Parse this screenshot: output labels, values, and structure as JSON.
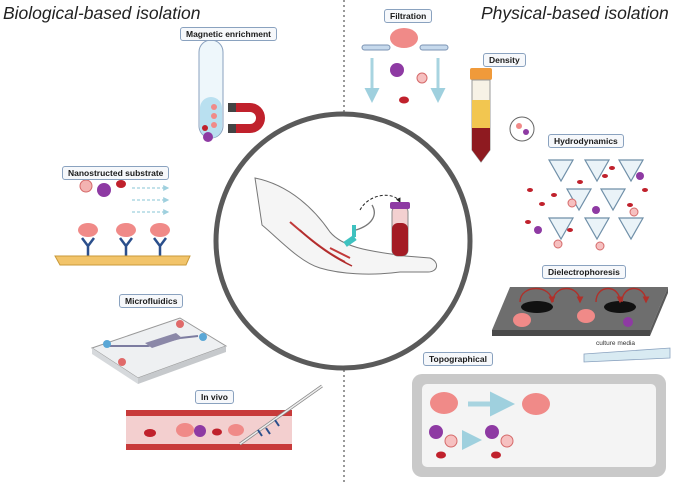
{
  "headings": {
    "left": "Biological-based isolation",
    "right": "Physical-based isolation"
  },
  "biological_methods": {
    "magnetic": "Magnetic enrichment",
    "nanostructured": "Nanostructed substrate",
    "microfluidics": "Microfluidics",
    "in_vivo": "In vivo"
  },
  "physical_methods": {
    "filtration": "Filtration",
    "density": "Density",
    "hydrodynamics": "Hydrodynamics",
    "dielectrophoresis": "Dielectrophoresis",
    "topographical": "Topographical",
    "culture_media": "culture media"
  },
  "colors": {
    "ctc": "#f08a88",
    "rbc": "#c0212c",
    "wbc": "#8e3aa3",
    "antibody": "#2b4f8c",
    "arrow": "#a8d4e0",
    "circle": "#555555"
  }
}
